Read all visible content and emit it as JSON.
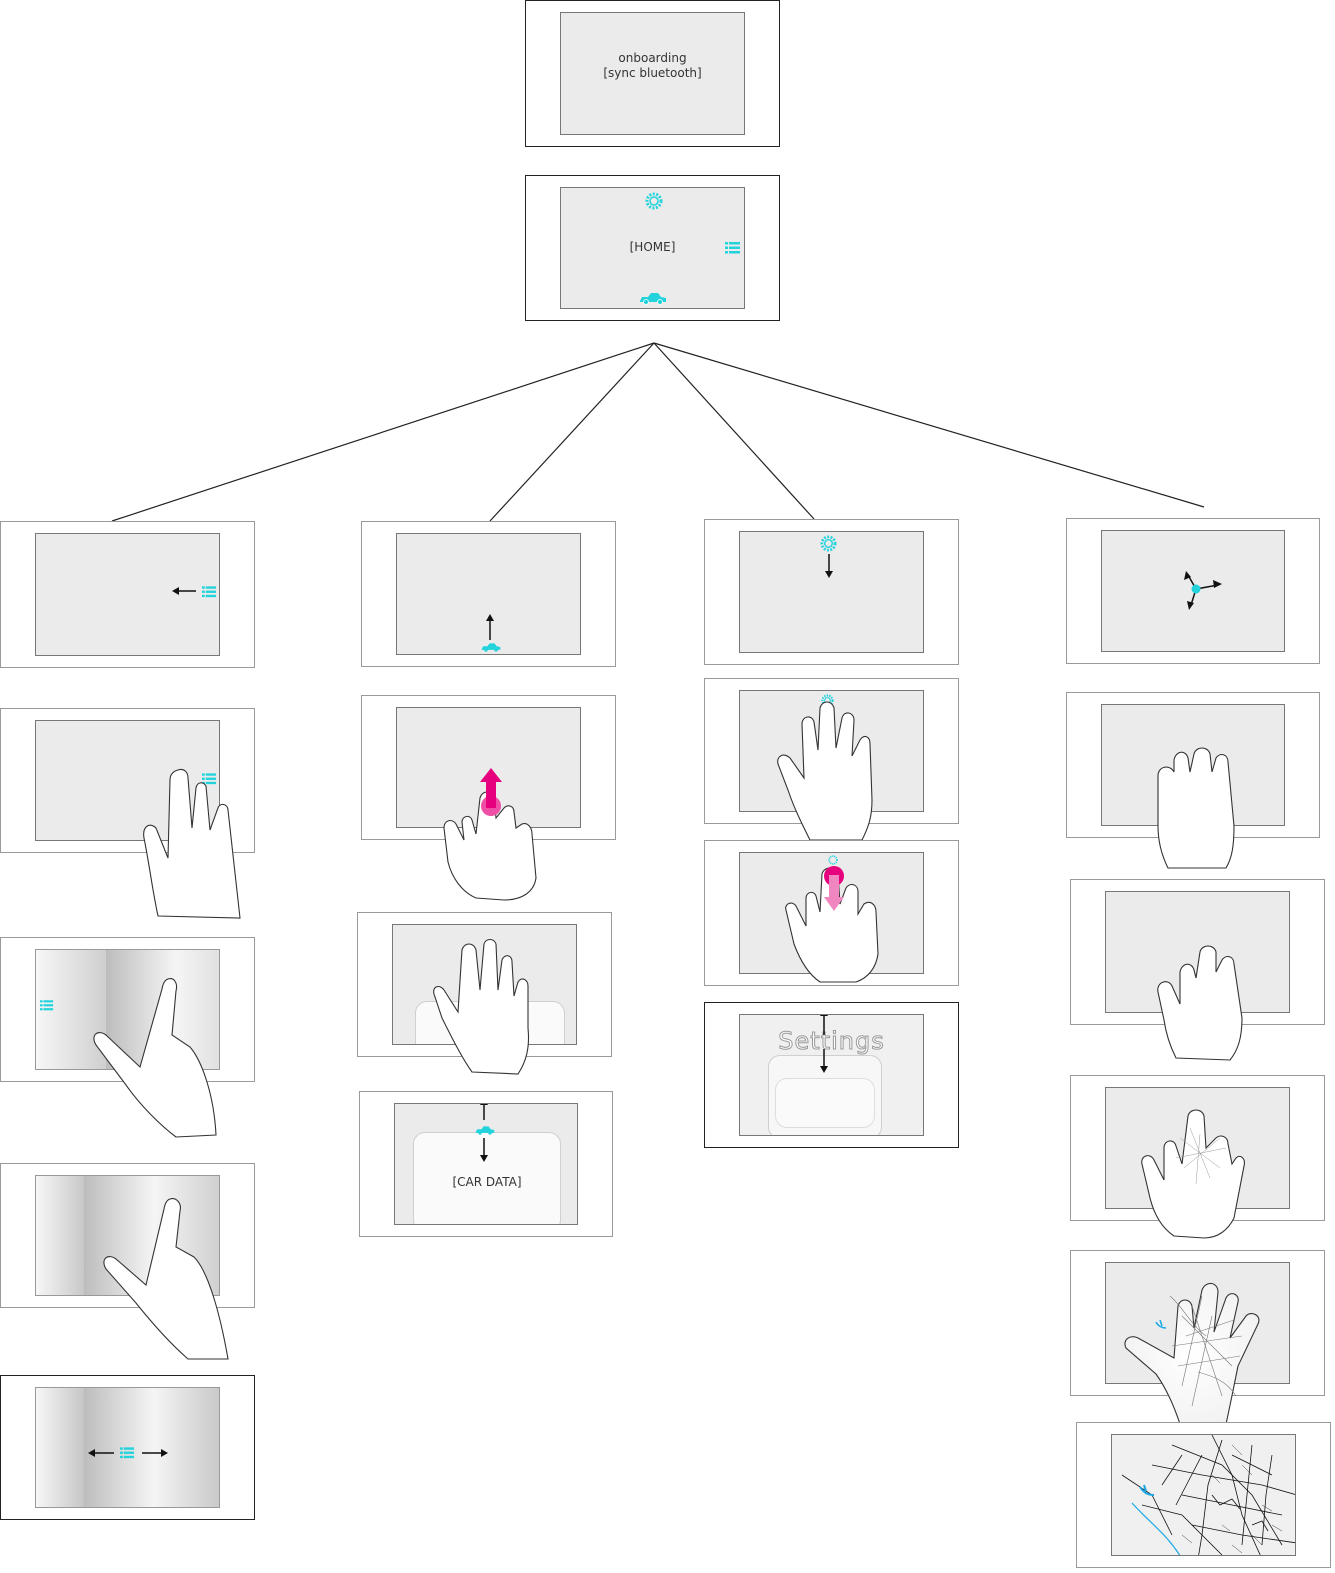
{
  "colors": {
    "accent": "#22d3dc",
    "highlight": "#e6007e",
    "line": "#222222",
    "screen": "#ebebeb"
  },
  "icons": [
    "gear-icon",
    "list-icon",
    "car-icon",
    "arrow-icon",
    "hand-icon",
    "map-icon"
  ],
  "top": {
    "onboarding_line1": "onboarding",
    "onboarding_line2": "[sync bluetooth]",
    "home_label": "[HOME]"
  },
  "branches": {
    "menu": {
      "steps": 5
    },
    "car": {
      "car_data_label": "[CAR DATA]"
    },
    "settings": {
      "settings_label": "Settings"
    },
    "map": {
      "steps": 6
    }
  }
}
